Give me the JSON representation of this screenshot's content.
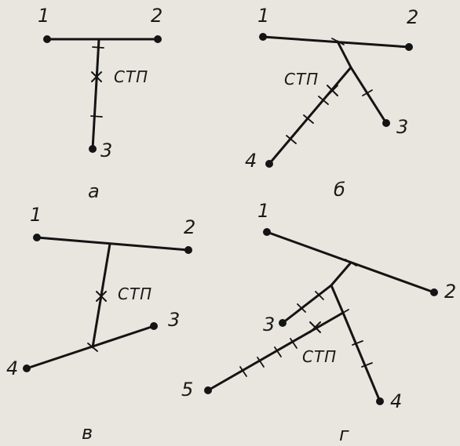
{
  "panels": [
    {
      "id": "a",
      "label": "а",
      "nodes": [
        "1",
        "2",
        "3"
      ],
      "stp_label": "СТП"
    },
    {
      "id": "b",
      "label": "б",
      "nodes": [
        "1",
        "2",
        "3",
        "4"
      ],
      "stp_label": "СТП"
    },
    {
      "id": "v",
      "label": "в",
      "nodes": [
        "1",
        "2",
        "3",
        "4"
      ],
      "stp_label": "СТП"
    },
    {
      "id": "g",
      "label": "г",
      "nodes": [
        "1",
        "2",
        "3",
        "4",
        "5"
      ],
      "stp_label": "СТП"
    }
  ]
}
